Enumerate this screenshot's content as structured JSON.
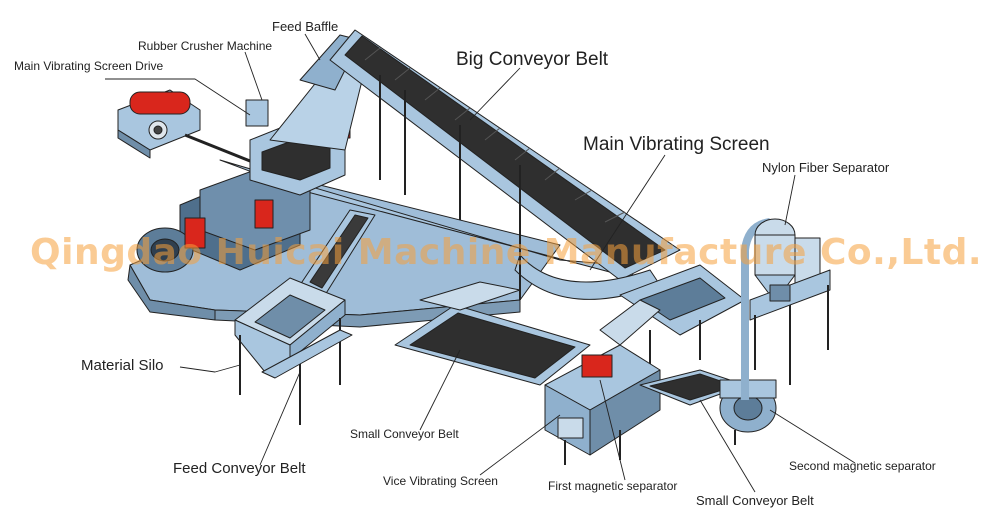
{
  "labels": {
    "feed_baffle": "Feed Baffle",
    "rubber_crusher": "Rubber Crusher Machine",
    "main_vibrating_screen_drive": "Main Vibrating Screen Drive",
    "big_conveyor_belt": "Big Conveyor Belt",
    "main_vibrating_screen": "Main Vibrating Screen",
    "nylon_fiber_separator": "Nylon Fiber Separator",
    "material_silo": "Material Silo",
    "small_conveyor_belt_1": "Small Conveyor Belt",
    "feed_conveyor_belt": "Feed Conveyor Belt",
    "vice_vibrating_screen": "Vice Vibrating Screen",
    "first_magnetic_separator": "First magnetic separator",
    "small_conveyor_belt_2": "Small Conveyor Belt",
    "second_magnetic_separator": "Second magnetic separator"
  },
  "watermark": "Qingdao Huicai Machine Manufacture Co.,Ltd.",
  "colors": {
    "steel_blue": "#a9c6df",
    "dark_steel": "#5d7d99",
    "belt_black": "#2f2f2f",
    "accent_red": "#d9261c",
    "outline": "#222222",
    "watermark": "#f5a03c"
  }
}
